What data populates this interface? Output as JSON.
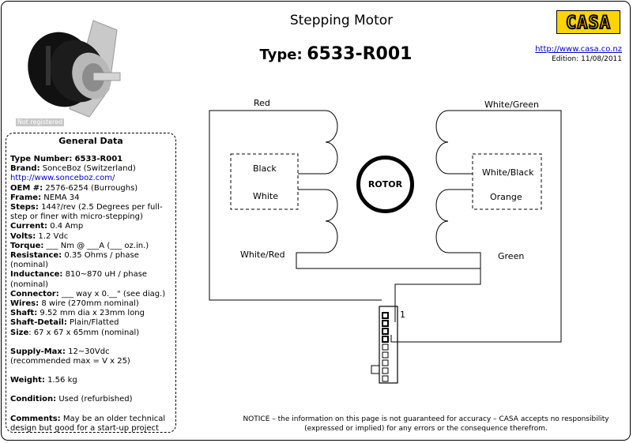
{
  "header": {
    "title": "Stepping Motor",
    "type_label": "Type:",
    "type_value": "6533-R001",
    "logo_text": "CASA",
    "url": "http://www.casa.co.nz",
    "edition": "Edition: 11/08/2011"
  },
  "photo": {
    "watermark": "Not registered"
  },
  "general_data": {
    "heading": "General Data",
    "type_number_label": "Type Number:",
    "type_number": "6533-R001",
    "brand_label": "Brand:",
    "brand": "SonceBoz (Switzerland)",
    "brand_link": "http://www.sonceboz.com/",
    "oem_label": "OEM #:",
    "oem": "2576-6254 (Burroughs)",
    "frame_label": "Frame:",
    "frame": "NEMA 34",
    "steps_label": "Steps:",
    "steps": "144?/rev (2.5 Degrees per full-step or finer with micro-stepping)",
    "current_label": "Current:",
    "current": "0.4 Amp",
    "volts_label": "Volts:",
    "volts": "1.2 Vdc",
    "torque_label": "Torque:",
    "torque": "___ Nm @ ___A (___ oz.in.)",
    "resistance_label": "Resistance:",
    "resistance": "0.35  Ohms / phase (nominal)",
    "inductance_label": "Inductance:",
    "inductance": "810~870 uH / phase (nominal)",
    "connector_label": "Connector:",
    "connector": "___ way x 0.__\" (see diag.)",
    "wires_label": "Wires:",
    "wires": "8 wire (270mm nominal)",
    "shaft_label": "Shaft:",
    "shaft": "9.52 mm dia x 23mm long",
    "shaft_detail_label": "Shaft-Detail:",
    "shaft_detail": "Plain/Flatted",
    "size_label": "Size",
    "size": ": 67 x 67 x 65mm (nominal)",
    "supply_label": "Supply-Max:",
    "supply": "12~30Vdc (recommended max = V x 25)",
    "weight_label": "Weight:",
    "weight": "1.56 kg",
    "condition_label": "Condition:",
    "condition": "Used (refurbished)",
    "comments_label": "Comments:",
    "comments": "May be an older technical design but good for a start-up project"
  },
  "diagram": {
    "wire_red": "Red",
    "wire_black": "Black",
    "wire_white": "White",
    "wire_white_red": "White/Red",
    "wire_white_green": "White/Green",
    "wire_white_black": "White/Black",
    "wire_orange": "Orange",
    "wire_green": "Green",
    "rotor": "ROTOR",
    "pin_one": "1"
  },
  "notice": "NOTICE – the information on this page is not guaranteed for accuracy – CASA accepts no responsibility (expressed or implied) for any errors or the consequence therefrom."
}
